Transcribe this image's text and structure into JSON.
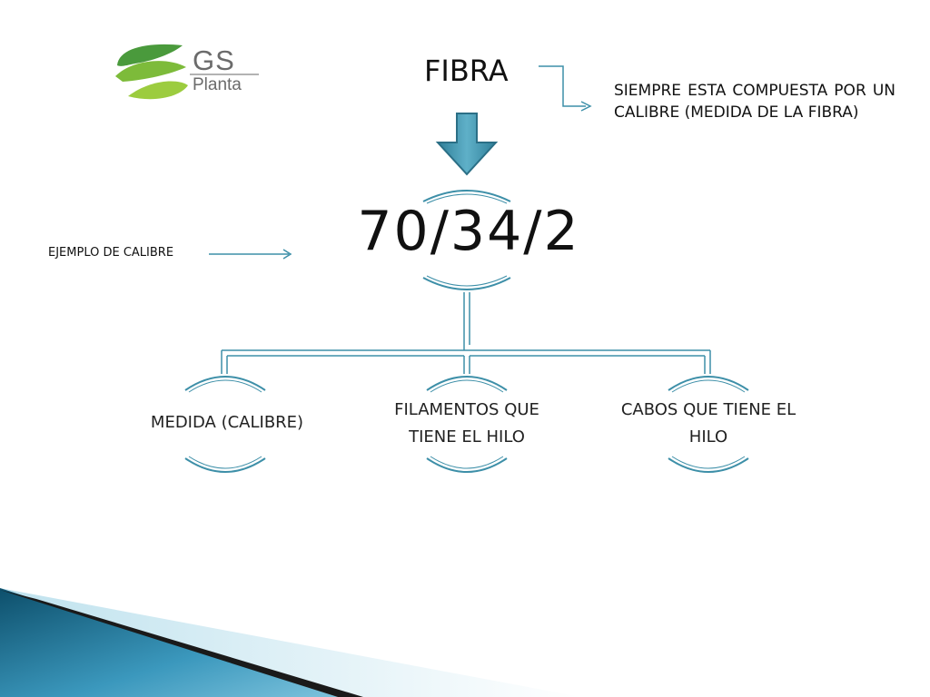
{
  "logo": {
    "brand": "GS",
    "sub": "Planta",
    "colors": {
      "green_dark": "#4a9a3c",
      "green_light": "#9ccc3f",
      "text": "#6b6b6b"
    }
  },
  "header": {
    "title": "FIBRA"
  },
  "note": {
    "text": "SIEMPRE ESTA COMPUESTA POR UN CALIBRE (MEDIDA DE LA FIBRA)"
  },
  "example": {
    "label": "EJEMPLO DE CALIBRE"
  },
  "root": {
    "value": "70/34/2"
  },
  "children": [
    {
      "label": "MEDIDA (CALIBRE)"
    },
    {
      "label": "FILAMENTOS QUE TIENE EL HILO"
    },
    {
      "label": "CABOS QUE TIENE EL HILO"
    }
  ],
  "colors": {
    "accent": "#3d8fa8",
    "accent_dark": "#2b6f86",
    "arrow_gray": "#555555"
  }
}
